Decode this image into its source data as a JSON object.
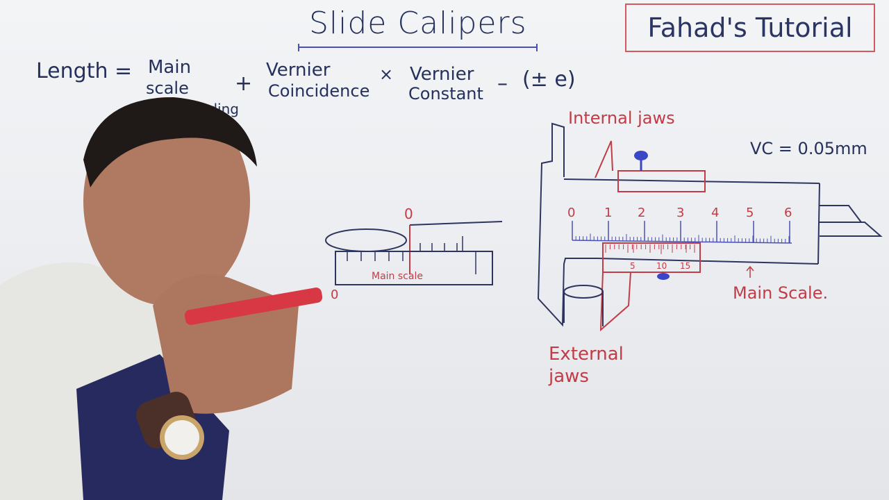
{
  "board": {
    "title": "Slide Calipers",
    "brand": "Fahad's Tutorial",
    "formula": {
      "lhs": "Length =",
      "term1_line1": "Main",
      "term1_line2": "scale",
      "term1_line3": "reading",
      "plus": "+",
      "term2_line1": "Vernier",
      "term2_line2": "Coincidence",
      "times": "×",
      "term3_line1": "Vernier",
      "term3_line2": "Constant",
      "minus": "–",
      "error": "(± e)"
    },
    "vc_label": "VC = 0.05mm",
    "internal_jaws_label": "Internal jaws",
    "external_jaws_label": "External jaws",
    "main_scale_label": "Main Scale.",
    "small_diagram": {
      "main_scale_text": "Main scale",
      "zero_top": "0",
      "zero_bottom": "0"
    },
    "main_scale_numbers": [
      "0",
      "1",
      "2",
      "3",
      "4",
      "5",
      "6"
    ],
    "vernier_numbers": [
      "5",
      "10",
      "15"
    ]
  },
  "colors": {
    "marker_blue": "#25305c",
    "marker_red": "#c23b46",
    "ink_purple": "#5a55c4"
  }
}
